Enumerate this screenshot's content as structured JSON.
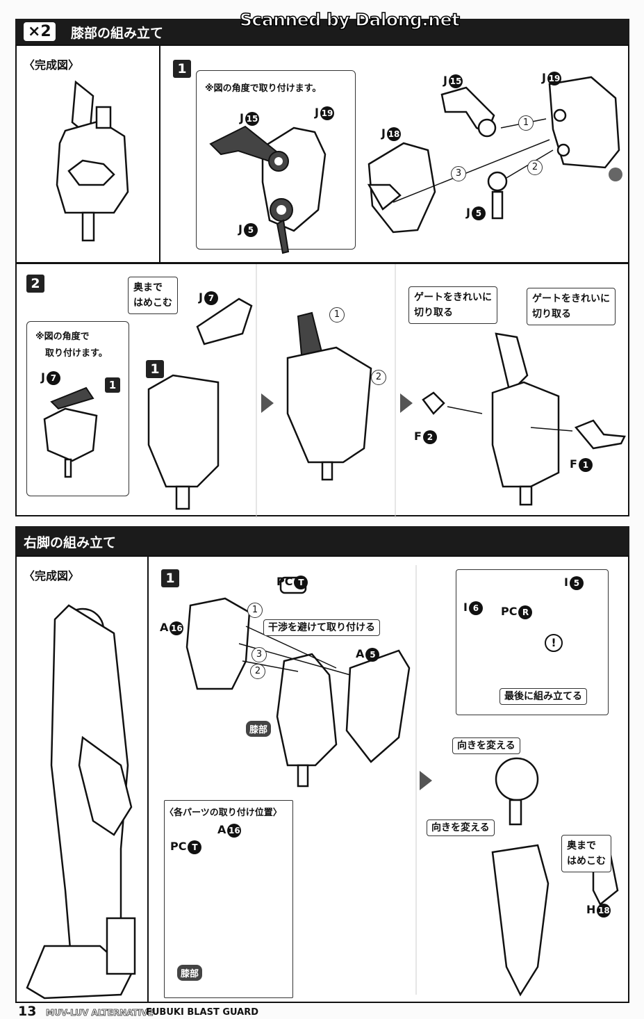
{
  "watermark": "Scanned by Dalong.net",
  "section1": {
    "multiplier": "×2",
    "title": "膝部の組み立て"
  },
  "section2": {
    "title": "右脚の組み立て"
  },
  "complete_label": "〈完成図〉",
  "steps": {
    "s1": "1",
    "s2": "2",
    "s3": "1"
  },
  "row1": {
    "note": "※図の角度で取り付けます。",
    "parts": [
      {
        "letter": "J",
        "num": "15"
      },
      {
        "letter": "J",
        "num": "19"
      },
      {
        "letter": "J",
        "num": "5"
      },
      {
        "letter": "J",
        "num": "15"
      },
      {
        "letter": "J",
        "num": "19"
      },
      {
        "letter": "J",
        "num": "18"
      },
      {
        "letter": "J",
        "num": "5"
      }
    ],
    "order": [
      "1",
      "2",
      "3"
    ]
  },
  "row2": {
    "note_box": "※図の角度で\n取り付けます。",
    "note_line1": "※図の角度で",
    "note_line2": "取り付けます。",
    "inset_part": {
      "letter": "J",
      "num": "7"
    },
    "inset_step": "1",
    "push_note_line1": "奥まで",
    "push_note_line2": "はめこむ",
    "part_j7": {
      "letter": "J",
      "num": "7"
    },
    "gate_note_line1": "ゲートをきれいに",
    "gate_note_line2": "切り取る",
    "part_f2": {
      "letter": "F",
      "num": "2"
    },
    "part_f1": {
      "letter": "F",
      "num": "1"
    },
    "order": [
      "1",
      "2"
    ]
  },
  "row3": {
    "pc_t": {
      "letter": "PC",
      "num": "T"
    },
    "a16": {
      "letter": "A",
      "num": "16"
    },
    "a5": {
      "letter": "A",
      "num": "5"
    },
    "avoid_note": "干渉を避けて取り付ける",
    "knee_tag": "膝部",
    "order": [
      "1",
      "2",
      "3"
    ],
    "position_title": "〈各パーツの取り付け位置〉",
    "i6": {
      "letter": "I",
      "num": "6"
    },
    "pc_r": {
      "letter": "PC",
      "num": "R"
    },
    "i5": {
      "letter": "I",
      "num": "5"
    },
    "last_note": "最後に組み立てる",
    "turn_note": "向きを変える",
    "push_note_line1": "奥まで",
    "push_note_line2": "はめこむ",
    "h18": {
      "letter": "H",
      "num": "18"
    },
    "warning": "!"
  },
  "footer": {
    "page": "13",
    "series": "MUV-LUV ALTERNATIVE",
    "product": "FUBUKI BLAST GUARD"
  }
}
